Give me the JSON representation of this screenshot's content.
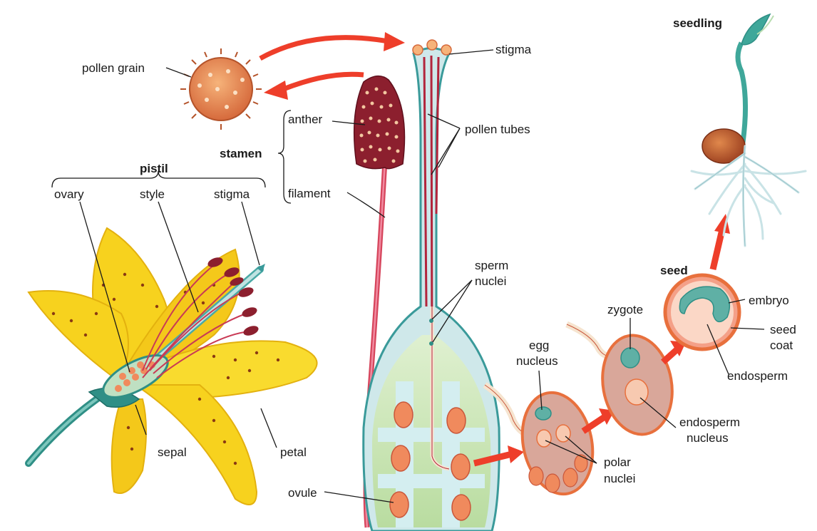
{
  "labels": {
    "seedling": "seedling",
    "stigma_top": "stigma",
    "pollen_grain": "pollen grain",
    "anther": "anther",
    "pollen_tubes": "pollen tubes",
    "stamen": "stamen",
    "pistil": "pistil",
    "ovary": "ovary",
    "style": "style",
    "stigma": "stigma",
    "filament": "filament",
    "sperm_line1": "sperm",
    "sperm_line2": "nuclei",
    "seed": "seed",
    "zygote": "zygote",
    "embryo": "embryo",
    "seed_coat_line1": "seed",
    "seed_coat_line2": "coat",
    "egg_line1": "egg",
    "egg_line2": "nucleus",
    "endosperm": "endosperm",
    "endosperm_nucleus_line1": "endosperm",
    "endosperm_nucleus_line2": "nucleus",
    "polar_line1": "polar",
    "polar_line2": "nuclei",
    "sepal": "sepal",
    "petal": "petal",
    "ovule": "ovule"
  },
  "colors": {
    "petal": "#f7d21e",
    "petal_dark": "#e3b10f",
    "pistil_body": "#cfe8ea",
    "pistil_edge": "#3a9a9a",
    "ovary_fill": "#cfe6b8",
    "ovule": "#f08a5d",
    "anther": "#8c1f2e",
    "filament": "#d6455c",
    "arrow": "#ee3e2a",
    "seedling": "#3fa79a",
    "root": "#d8ecef"
  },
  "icons": {
    "pollen": "pollen-grain-icon",
    "arrow": "red-arrow-icon"
  }
}
